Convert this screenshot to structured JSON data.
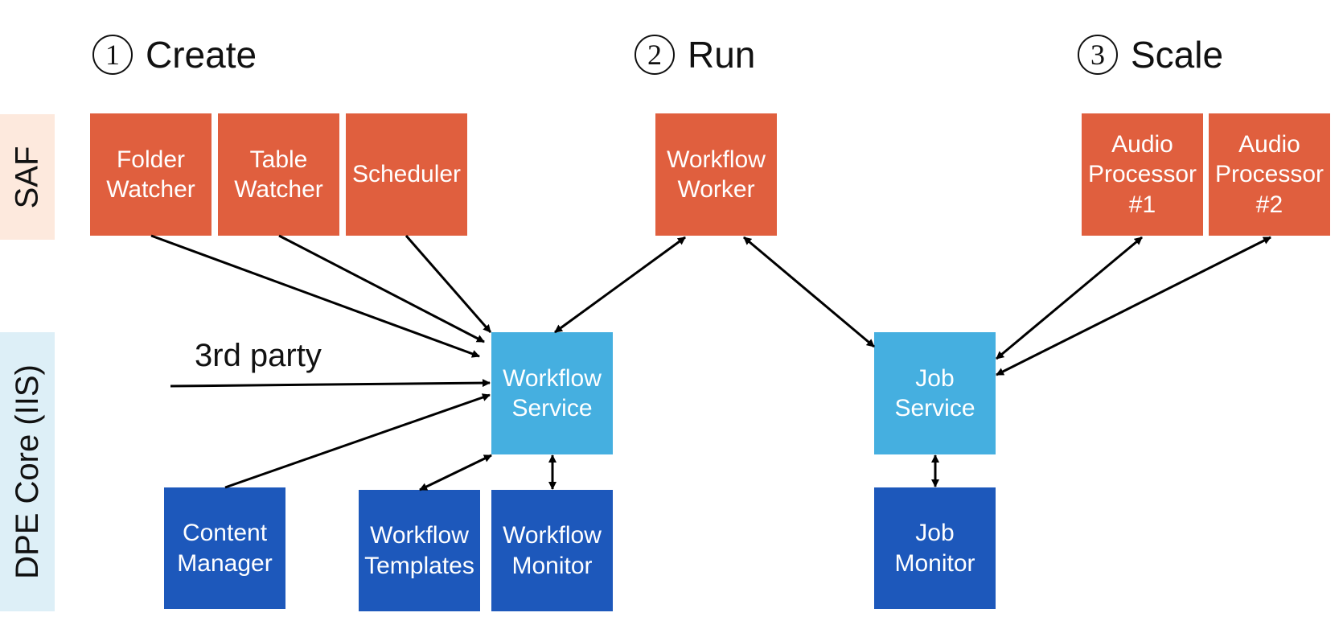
{
  "bands": {
    "saf": {
      "label": "SAF",
      "color": "#FDE9DD"
    },
    "core": {
      "label": "DPE Core (IIS)",
      "color": "#DDEFF7"
    }
  },
  "phases": [
    {
      "num": "1",
      "title": "Create"
    },
    {
      "num": "2",
      "title": "Run"
    },
    {
      "num": "3",
      "title": "Scale"
    }
  ],
  "boxes": {
    "folder_watcher": "Folder\nWatcher",
    "table_watcher": "Table\nWatcher",
    "scheduler": "Scheduler",
    "workflow_worker": "Workflow\nWorker",
    "audio_processor_1": "Audio\nProcessor\n#1",
    "audio_processor_2": "Audio\nProcessor\n#2",
    "workflow_service": "Workflow\nService",
    "job_service": "Job\nService",
    "content_manager": "Content\nManager",
    "workflow_templates": "Workflow\nTemplates",
    "workflow_monitor": "Workflow\nMonitor",
    "job_monitor": "Job\nMonitor"
  },
  "third_party": "3rd party",
  "colors": {
    "saf_component": "#E05F3E",
    "service": "#45AFE0",
    "core_component": "#1D58BB",
    "arrow": "#000000"
  }
}
